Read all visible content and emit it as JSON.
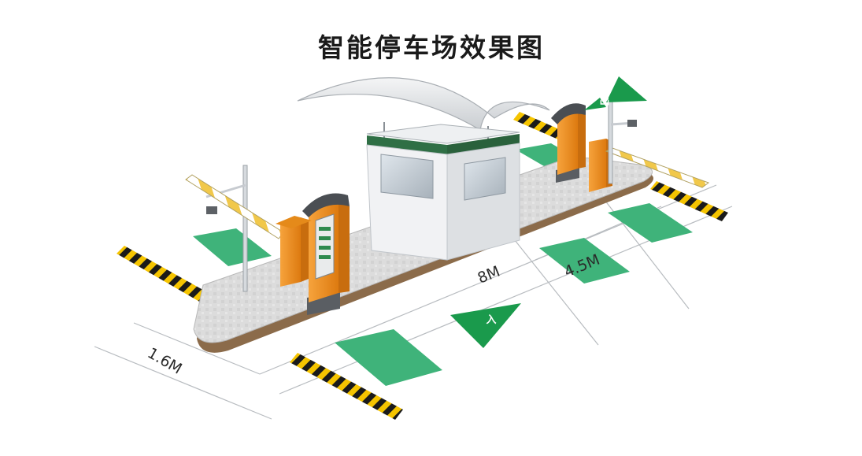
{
  "title": "智能停车场效果图",
  "dimensions": {
    "island_length": "8M",
    "lane_width": "4.5M",
    "island_width": "1.6M"
  },
  "arrows": {
    "entry": "入",
    "exit": "出"
  },
  "colors": {
    "island_green": "#3fb37a",
    "barrier_orange": "#f0941c",
    "arrow_green": "#1a9a4c",
    "hazard_yellow": "#f5c400",
    "booth_green": "#2f6f45",
    "paving": "#dcdcdc",
    "curb": "#8b6b4a"
  }
}
